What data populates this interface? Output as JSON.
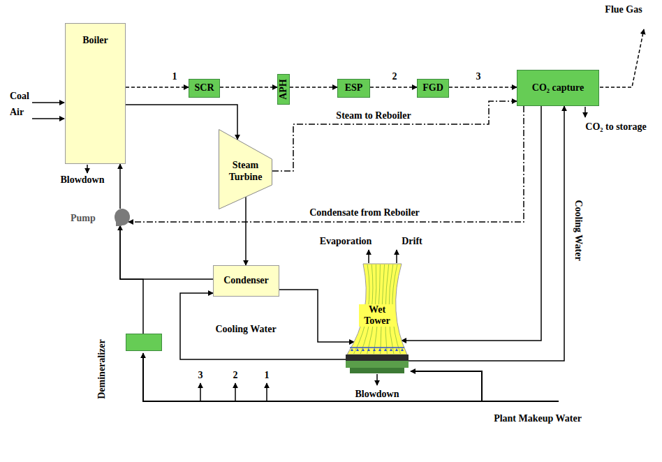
{
  "diagram": {
    "nodes": [
      {
        "text": [
          "Boiler"
        ]
      },
      {
        "text": [
          "SCR"
        ]
      },
      {
        "text": [
          "APH"
        ]
      },
      {
        "text": [
          "ESP"
        ]
      },
      {
        "text": [
          "FGD"
        ]
      },
      {
        "text": [
          "CO₂ capture"
        ]
      },
      {
        "text": [
          "Steam Turbine"
        ]
      },
      {
        "text": [
          "Pump"
        ]
      },
      {
        "text": [
          "Condenser"
        ]
      },
      {
        "text": [
          "Wet Tower"
        ]
      },
      {
        "text": [
          "Demineralizer"
        ]
      }
    ],
    "edges": [
      {
        "from": 0,
        "to": 1,
        "arrow": "to",
        "label": "1"
      },
      {
        "from": 1,
        "to": 2,
        "arrow": "to"
      },
      {
        "from": 2,
        "to": 3,
        "arrow": "to"
      },
      {
        "from": 3,
        "to": 4,
        "arrow": "to",
        "label": "2"
      },
      {
        "from": 4,
        "to": 5,
        "arrow": "to",
        "label": "3"
      },
      {
        "from": 0,
        "to": 6,
        "arrow": "to"
      },
      {
        "from": 6,
        "to": 5,
        "arrow": "to",
        "label": "Steam to Reboiler"
      },
      {
        "from": 5,
        "to": 7,
        "arrow": "to",
        "label": "Condensate from Reboiler"
      },
      {
        "from": 6,
        "to": 8,
        "arrow": "to"
      },
      {
        "from": 8,
        "to": 7,
        "arrow": "none"
      },
      {
        "from": 7,
        "to": 0,
        "arrow": "to"
      },
      {
        "from": 10,
        "to": 7,
        "arrow": "to"
      },
      {
        "from": 8,
        "to": 9,
        "arrow": "to"
      },
      {
        "from": 9,
        "to": 8,
        "arrow": "to",
        "label": "Cooling Water"
      },
      {
        "from": 5,
        "to": 9,
        "arrow": "to"
      },
      {
        "from": 9,
        "to": 5,
        "arrow": "to",
        "label": "Cooling Water"
      }
    ],
    "labels": [
      "Coal",
      "Air",
      "Blowdown",
      "Flue Gas",
      "CO₂ to storage",
      "Evaporation",
      "Drift",
      "Blowdown",
      "3",
      "2",
      "1",
      "Plant Makeup Water"
    ]
  }
}
